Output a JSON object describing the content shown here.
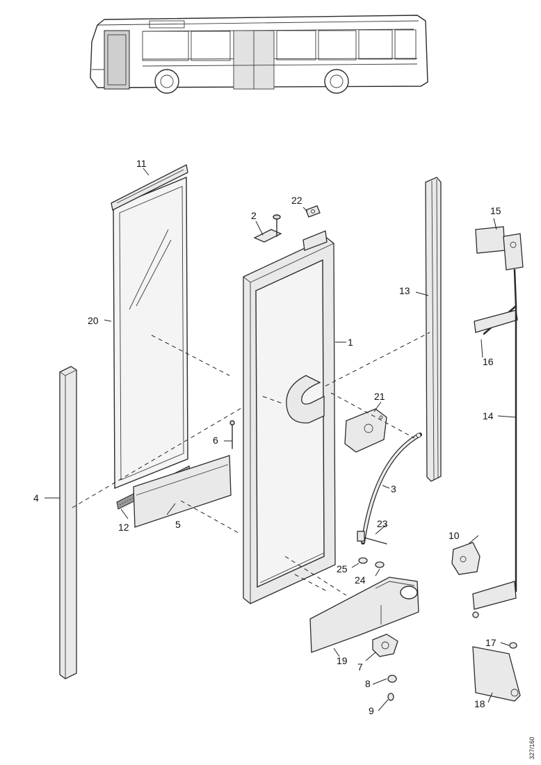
{
  "drawing_code": "327/160",
  "parts": [
    {
      "id": "part-1",
      "label": "1"
    },
    {
      "id": "part-2",
      "label": "2"
    },
    {
      "id": "part-3",
      "label": "3"
    },
    {
      "id": "part-4",
      "label": "4"
    },
    {
      "id": "part-5",
      "label": "5"
    },
    {
      "id": "part-6",
      "label": "6"
    },
    {
      "id": "part-7",
      "label": "7"
    },
    {
      "id": "part-8",
      "label": "8"
    },
    {
      "id": "part-9",
      "label": "9"
    },
    {
      "id": "part-10",
      "label": "10"
    },
    {
      "id": "part-11",
      "label": "11"
    },
    {
      "id": "part-12",
      "label": "12"
    },
    {
      "id": "part-13",
      "label": "13"
    },
    {
      "id": "part-14",
      "label": "14"
    },
    {
      "id": "part-15",
      "label": "15"
    },
    {
      "id": "part-16",
      "label": "16"
    },
    {
      "id": "part-17",
      "label": "17"
    },
    {
      "id": "part-18",
      "label": "18"
    },
    {
      "id": "part-19",
      "label": "19"
    },
    {
      "id": "part-20",
      "label": "20"
    },
    {
      "id": "part-21",
      "label": "21"
    },
    {
      "id": "part-22",
      "label": "22"
    },
    {
      "id": "part-23",
      "label": "23"
    },
    {
      "id": "part-24",
      "label": "24"
    },
    {
      "id": "part-25",
      "label": "25"
    }
  ]
}
